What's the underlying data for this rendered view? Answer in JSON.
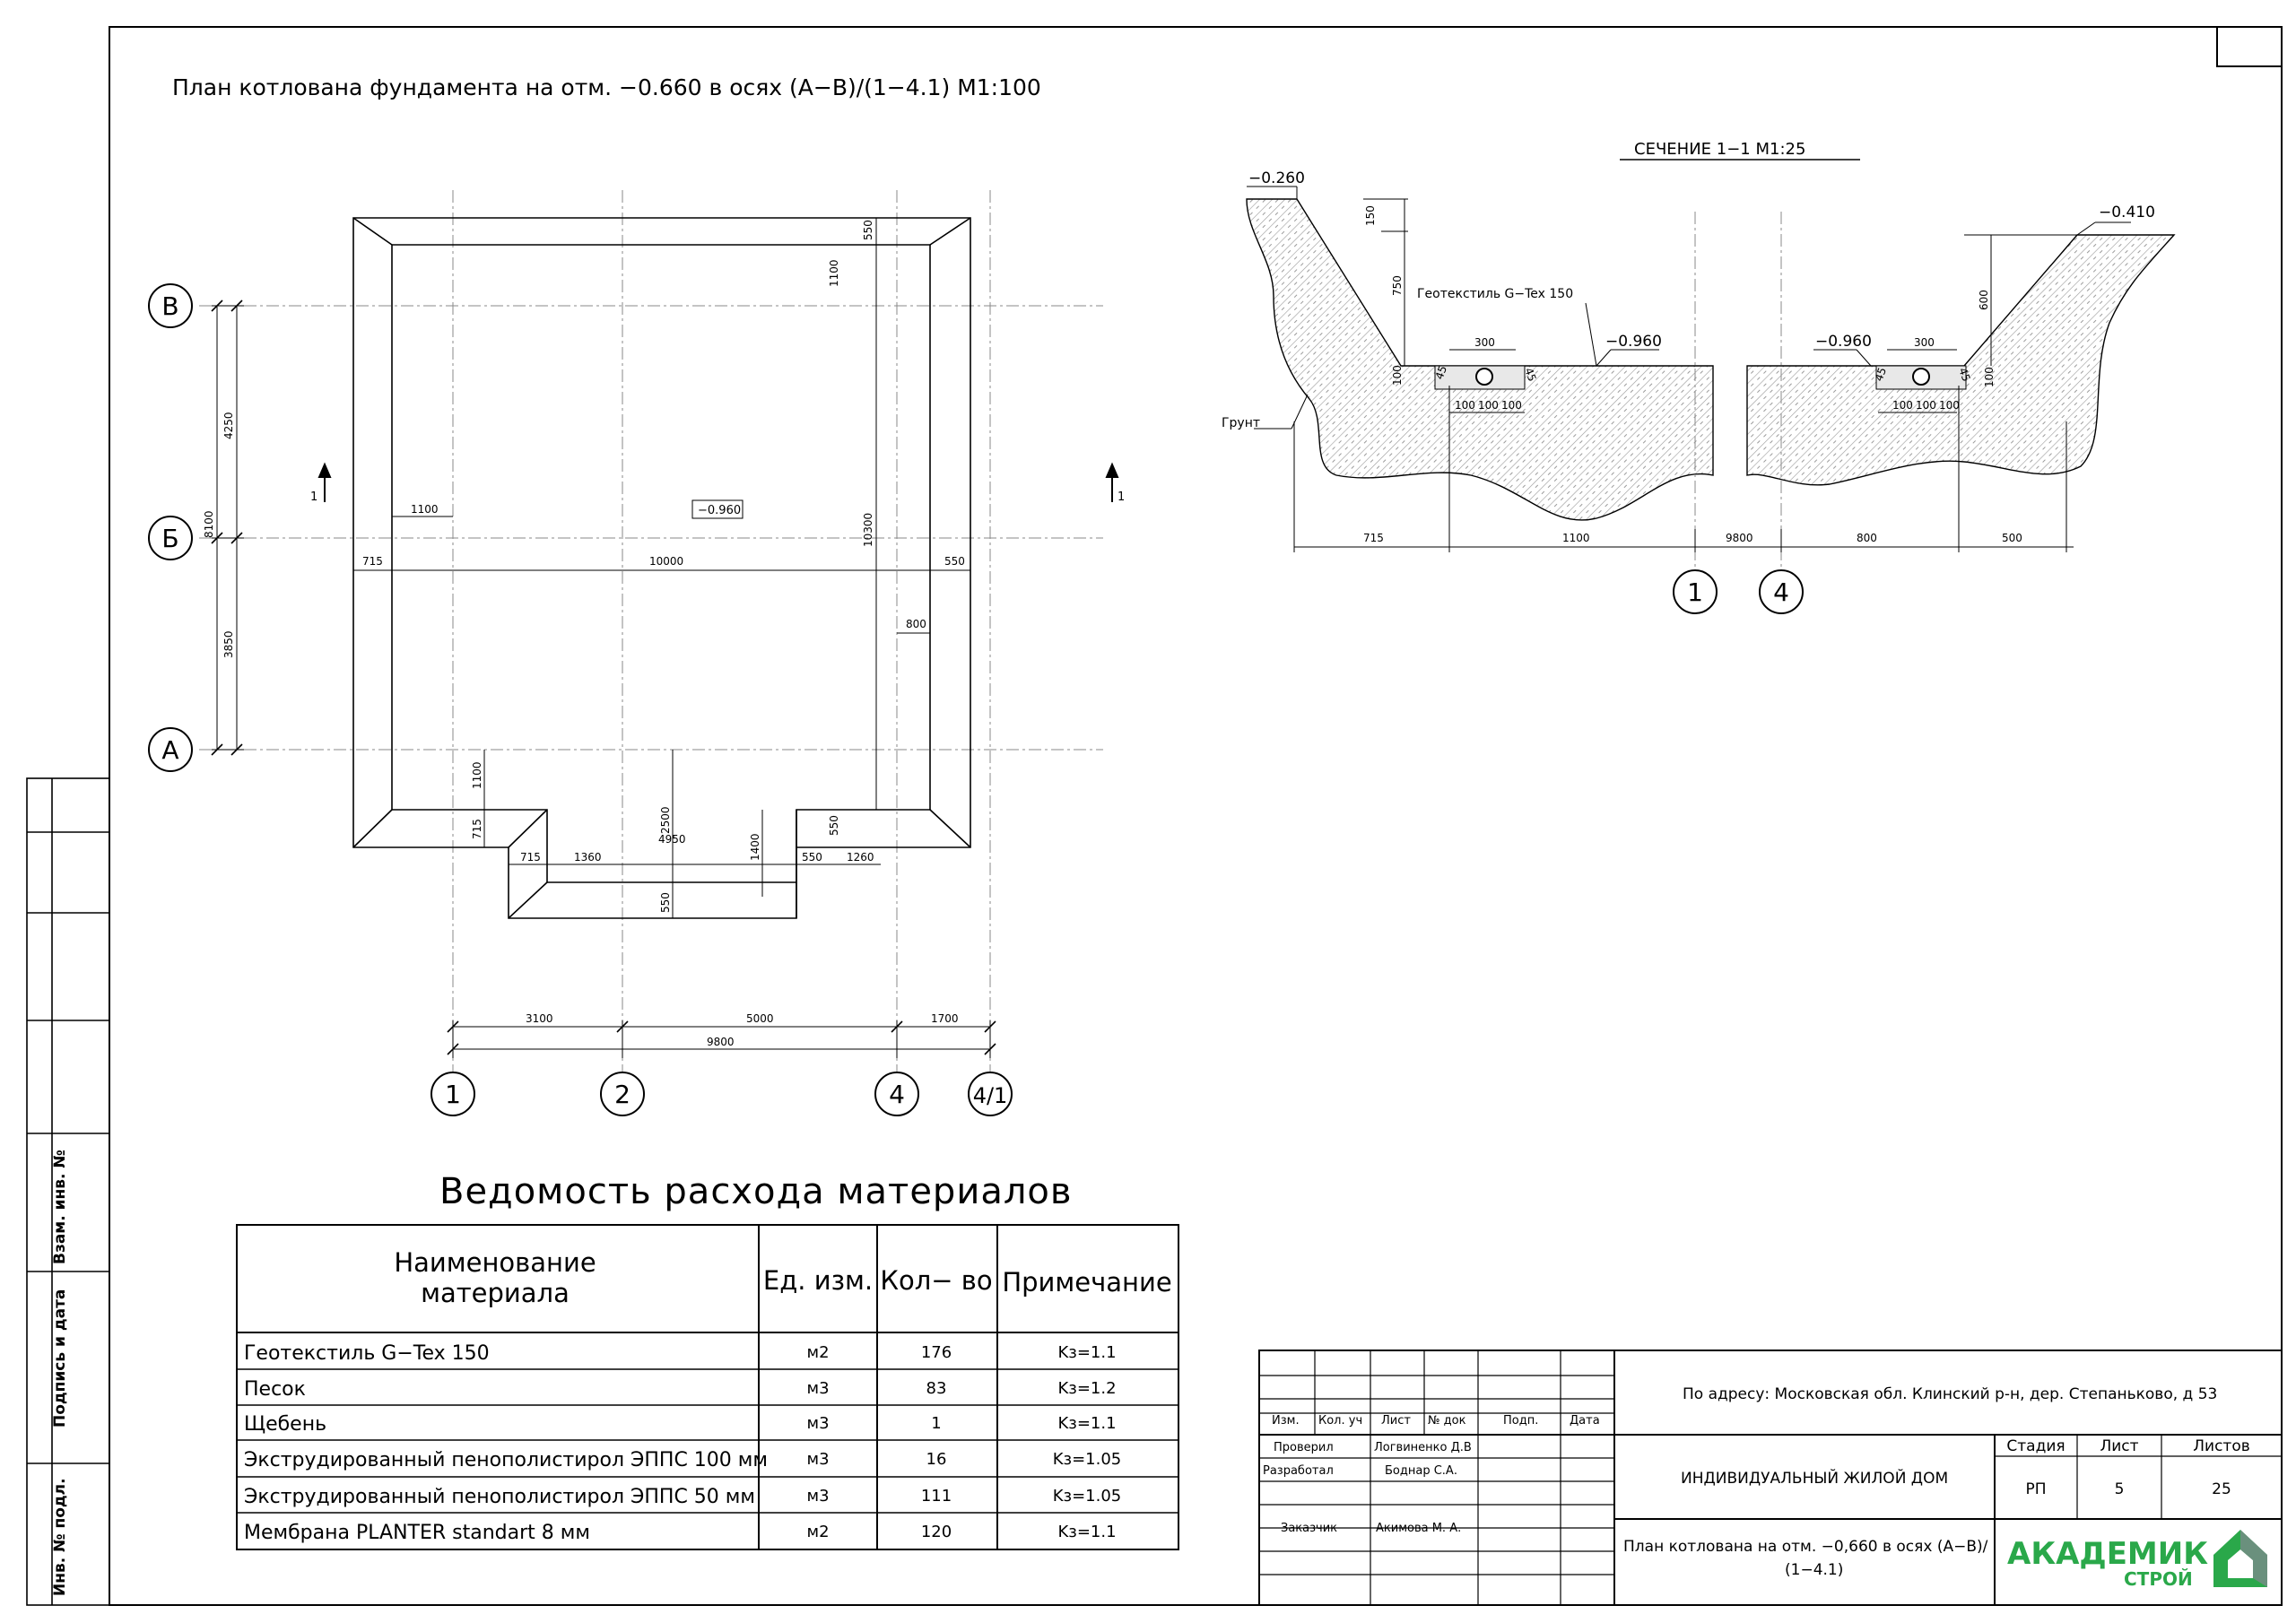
{
  "sheet": {
    "title": "План котлована фундамента на отм. −0.660 в осях (А−В)/(1−4.1) М1:100"
  },
  "plan": {
    "axes": {
      "rows": [
        "В",
        "Б",
        "А"
      ],
      "cols": [
        "1",
        "2",
        "4",
        "4/1"
      ]
    },
    "level_mark": "−0.960",
    "section_mark": "1",
    "dims": {
      "d550_top": "550",
      "d1100_top": "1100",
      "d10300": "10300",
      "d1100_left": "1100",
      "d715_left": "715",
      "d10000": "10000",
      "d550_right": "550",
      "d800": "800",
      "d4250": "4250",
      "d8100": "8100",
      "d3850": "3850",
      "d1100_low": "1100",
      "d715_low": "715",
      "d2500": "2500",
      "d4950": "4950",
      "d1400": "1400",
      "d550_step": "550",
      "d715_b": "715",
      "d1360": "1360",
      "d550_b": "550",
      "d1260": "1260",
      "d550_bottom": "550",
      "d3100": "3100",
      "d5000": "5000",
      "d1700": "1700",
      "d9800": "9800"
    }
  },
  "section": {
    "title": "СЕЧЕНИЕ 1−1 М1:25",
    "levels": {
      "left": "−0.260",
      "right": "−0.410",
      "bottom_l": "−0.960",
      "bottom_r": "−0.960"
    },
    "labels": {
      "geotextile": "Геотекстиль G−Tex 150",
      "soil": "Грунт"
    },
    "dims": {
      "d150": "150",
      "d750": "750",
      "d300_l": "300",
      "d100_l": "100",
      "d45_l": "45",
      "d45_l2": "45",
      "d100_a": "100",
      "d100_b": "100",
      "d100_c": "100",
      "d300_r": "300",
      "d600": "600",
      "d100_r": "100",
      "d45_r": "45",
      "d45_r2": "45",
      "d100_d": "100",
      "d100_e": "100",
      "d100_f": "100",
      "d715": "715",
      "d1100": "1100",
      "d9800": "9800",
      "d800": "800",
      "d500": "500"
    },
    "axes": [
      "1",
      "4"
    ]
  },
  "materials": {
    "title": "Ведомость расхода материалов",
    "headers": [
      "Наименование материала",
      "Ед. изм.",
      "Кол− во",
      "Примечание"
    ],
    "rows": [
      {
        "name": "Геотекстиль G−Tex 150",
        "unit": "м2",
        "qty": "176",
        "note": "Kз=1.1"
      },
      {
        "name": "Песок",
        "unit": "м3",
        "qty": "83",
        "note": "Kз=1.2"
      },
      {
        "name": "Щебень",
        "unit": "м3",
        "qty": "1",
        "note": "Kз=1.1"
      },
      {
        "name": "Экструдированный пенополистирол ЭППС 100 мм",
        "unit": "м3",
        "qty": "16",
        "note": "Kз=1.05"
      },
      {
        "name": "Экструдированный пенополистирол ЭППС 50 мм",
        "unit": "м3",
        "qty": "111",
        "note": "Kз=1.05"
      },
      {
        "name": "Мембрана PLANTER standart 8 мм",
        "unit": "м2",
        "qty": "120",
        "note": "Kз=1.1"
      }
    ]
  },
  "stamp": {
    "headers": [
      "Изм.",
      "Кол. уч",
      "Лист",
      "№ док",
      "Подп.",
      "Дата"
    ],
    "people": [
      {
        "role": "Проверил",
        "name": "Логвиненко Д.В"
      },
      {
        "role": "Разработал",
        "name": "Боднар С.А."
      },
      {
        "role": "Заказчик",
        "name": "Акимова М. А."
      }
    ],
    "address": "По адресу: Московская обл. Клинский р-н, дер. Степаньково, д 53",
    "object": "ИНДИВИДУАЛЬНЫЙ ЖИЛОЙ ДОМ",
    "sheet_title_1": "План котлована на отм. −0,660 в осях (А−В)/",
    "sheet_title_2": "(1−4.1)",
    "stage_label": "Стадия",
    "sheet_label": "Лист",
    "sheets_label": "Листов",
    "stage": "РП",
    "sheet": "5",
    "sheets": "25",
    "logo_main": "АКАДЕМИК",
    "logo_sub": "СТРОЙ"
  },
  "side_stamp": [
    "Взам. инв. №",
    "Подпись и дата",
    "Инв. № подл."
  ],
  "colors": {
    "ink": "#000000",
    "hatch": "#9a9a9a",
    "axisline": "#8a8a8a",
    "logo_green": "#2aa84a",
    "logo_grey": "#7a8a8a"
  }
}
